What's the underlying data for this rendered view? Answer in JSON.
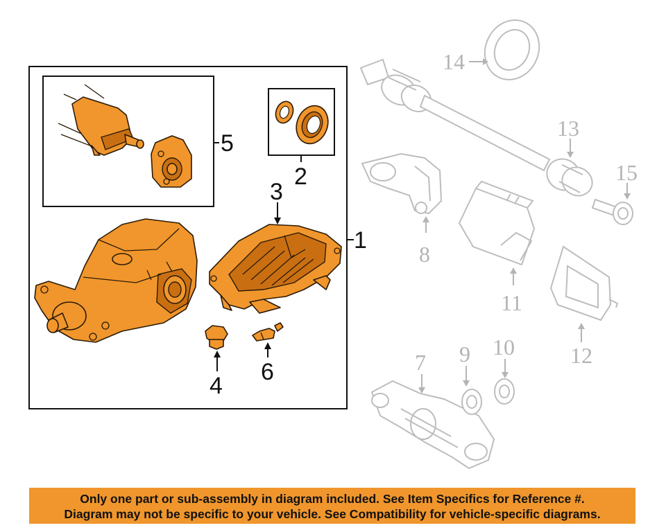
{
  "callouts": {
    "c1": "1",
    "c2": "2",
    "c3": "3",
    "c4": "4",
    "c5": "5",
    "c6": "6",
    "c7": "7",
    "c8": "8",
    "c9": "9",
    "c10": "10",
    "c11": "11",
    "c12": "12",
    "c13": "13",
    "c14": "14",
    "c15": "15"
  },
  "colors": {
    "highlight": "#f0962c",
    "ghost_parts": "#bdbdbd",
    "frame": "#111111"
  },
  "banner": {
    "line1": "Only one part or sub-assembly in diagram included. See Item Specifics for Reference #.",
    "line2": "Diagram may not be specific to your vehicle. See Compatibility for vehicle-specific diagrams."
  }
}
